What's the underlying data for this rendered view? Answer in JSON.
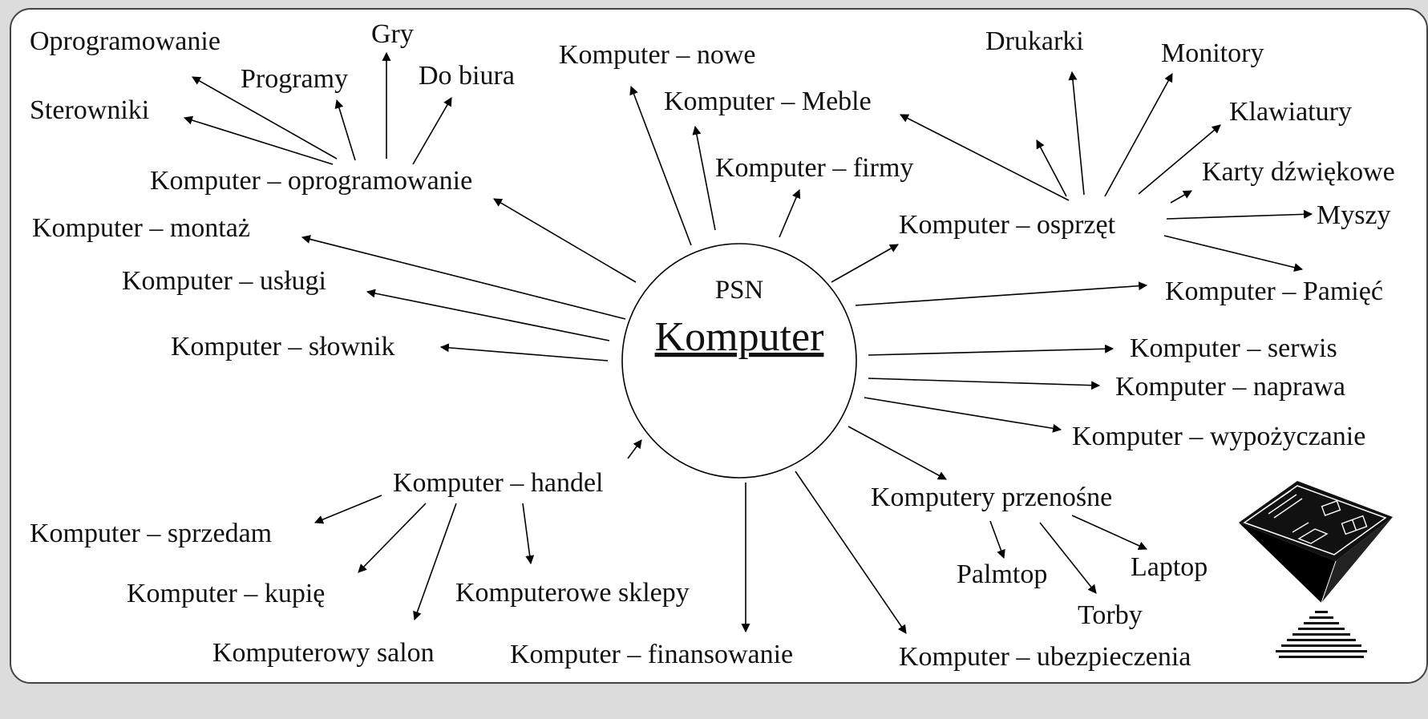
{
  "center": {
    "top": "PSN",
    "main": "Komputer"
  },
  "labels": {
    "oprogramowanie": "Oprogramowanie",
    "gry": "Gry",
    "programy": "Programy",
    "do_biura": "Do biura",
    "sterowniki": "Sterowniki",
    "komp_oprogramowanie": "Komputer – oprogramowanie",
    "komp_montaz": "Komputer – montaż",
    "komp_uslugi": "Komputer – usługi",
    "komp_slownik": "Komputer – słownik",
    "komp_nowe": "Komputer – nowe",
    "komp_meble": "Komputer – Meble",
    "komp_firmy": "Komputer – firmy",
    "drukarki": "Drukarki",
    "monitory": "Monitory",
    "klawiatury": "Klawiatury",
    "karty": "Karty dźwiękowe",
    "myszy": "Myszy",
    "komp_osprzet": "Komputer – osprzęt",
    "komp_pamiec": "Komputer – Pamięć",
    "komp_serwis": "Komputer – serwis",
    "komp_naprawa": "Komputer – naprawa",
    "komp_wypozyczanie": "Komputer – wypożyczanie",
    "komp_handel": "Komputer – handel",
    "komp_sprzedam": "Komputer – sprzedam",
    "komp_kupie": "Komputer – kupię",
    "komp_salon": "Komputerowy salon",
    "komp_sklepy": "Komputerowe sklepy",
    "komp_finansowanie": "Komputer – finansowanie",
    "komp_przenosne": "Komputery przenośne",
    "palmtop": "Palmtop",
    "laptop": "Laptop",
    "torby": "Torby",
    "komp_ubezpieczenia": "Komputer – ubezpieczenia"
  },
  "icon": "house-on-pyramid-icon"
}
